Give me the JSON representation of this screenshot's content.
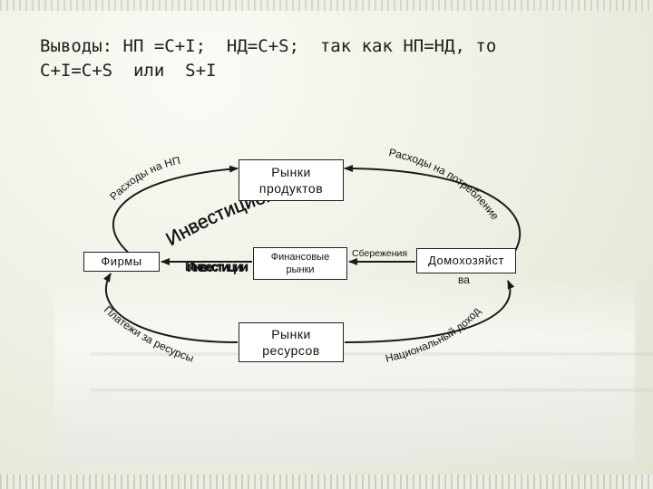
{
  "title": {
    "line1": "Выводы: НП =C+I;  НД=C+S;  так как НП=НД, то",
    "line2": "C+I=C+S  или  S+I"
  },
  "nodes": {
    "product_markets": {
      "line1": "Рынки",
      "line2": "продуктов"
    },
    "firms": "Фирмы",
    "financial_markets": {
      "line1": "Финансовые",
      "line2": "рынки"
    },
    "households": {
      "line1": "Домохозяйст",
      "line2": "ва"
    },
    "resource_markets": {
      "line1": "Рынки",
      "line2": "ресурсов"
    }
  },
  "flows": {
    "firm_spending": "Расходы на НП",
    "consumer_spending": "Расходы на потребление",
    "investment": "Инвестиционные",
    "investment_overlap": "Инвестиции",
    "savings": "Сбережения",
    "resource_payments": "Платежи за ресурсы",
    "national_income": "Национальный доход"
  },
  "colors": {
    "line": "#1a1a1a",
    "box_fill": "#ffffff",
    "text": "#111111"
  }
}
